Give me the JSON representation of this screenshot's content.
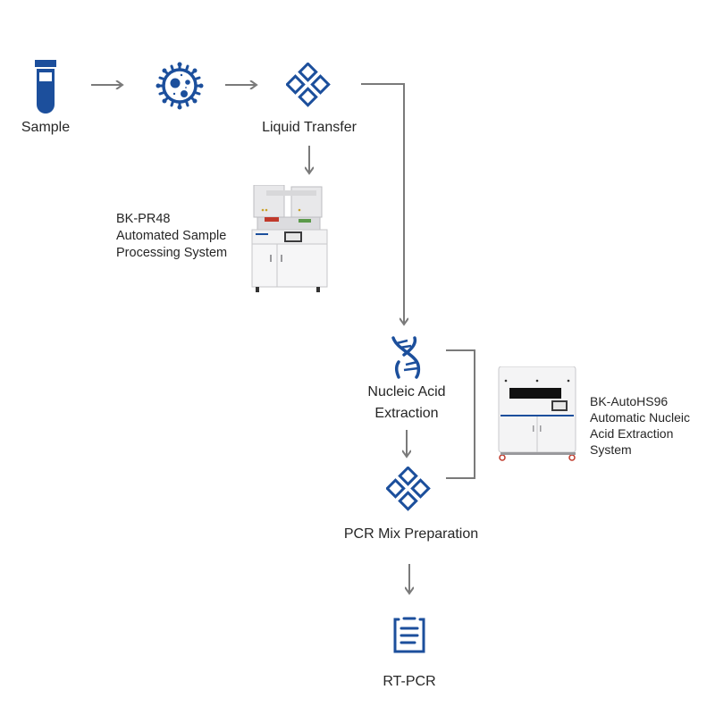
{
  "diagram": {
    "colors": {
      "icon_blue": "#1c4f9c",
      "connector_gray": "#7a7a7a"
    },
    "steps": {
      "sample": {
        "label": "Sample",
        "icon": "test-tube-icon"
      },
      "lysis": {
        "label": "",
        "icon": "virus-cell-icon"
      },
      "liquid_transfer": {
        "label": "Liquid Transfer",
        "icon": "diamond-grid-icon"
      },
      "nucleic_acid_extraction": {
        "label_line1": "Nucleic Acid",
        "label_line2": "Extraction",
        "icon": "dna-icon"
      },
      "pcr_mix": {
        "label": "PCR Mix Preparation",
        "icon": "diamond-grid-icon"
      },
      "rt_pcr": {
        "label": "RT-PCR",
        "icon": "clipboard-list-icon"
      }
    },
    "devices": {
      "pr48": {
        "line1": "BK-PR48",
        "line2": "Automated Sample",
        "line3": "Processing System"
      },
      "autohs96": {
        "line1": "BK-AutoHS96",
        "line2": "Automatic Nucleic",
        "line3": "Acid Extraction",
        "line4": "System"
      }
    }
  }
}
